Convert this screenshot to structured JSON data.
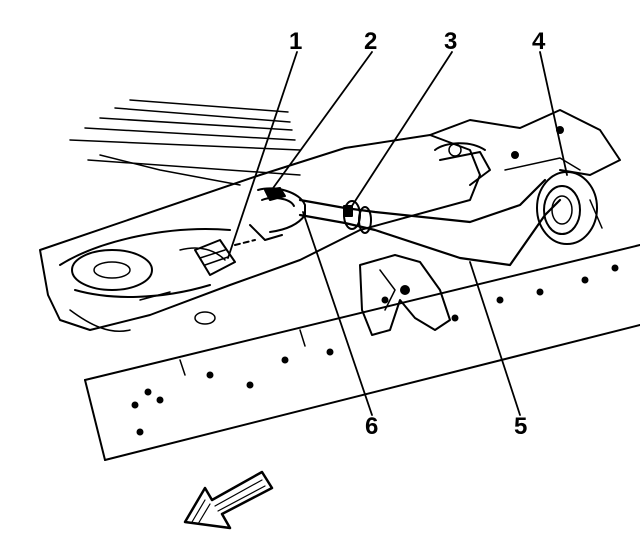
{
  "diagram": {
    "callouts": [
      {
        "id": "c1",
        "label": "1"
      },
      {
        "id": "c2",
        "label": "2"
      },
      {
        "id": "c3",
        "label": "3"
      },
      {
        "id": "c4",
        "label": "4"
      },
      {
        "id": "c5",
        "label": "5"
      },
      {
        "id": "c6",
        "label": "6"
      }
    ],
    "colors": {
      "ink": "#000000",
      "paper": "#ffffff"
    },
    "icons": {
      "direction_arrow": "front-direction-arrow-icon"
    }
  }
}
